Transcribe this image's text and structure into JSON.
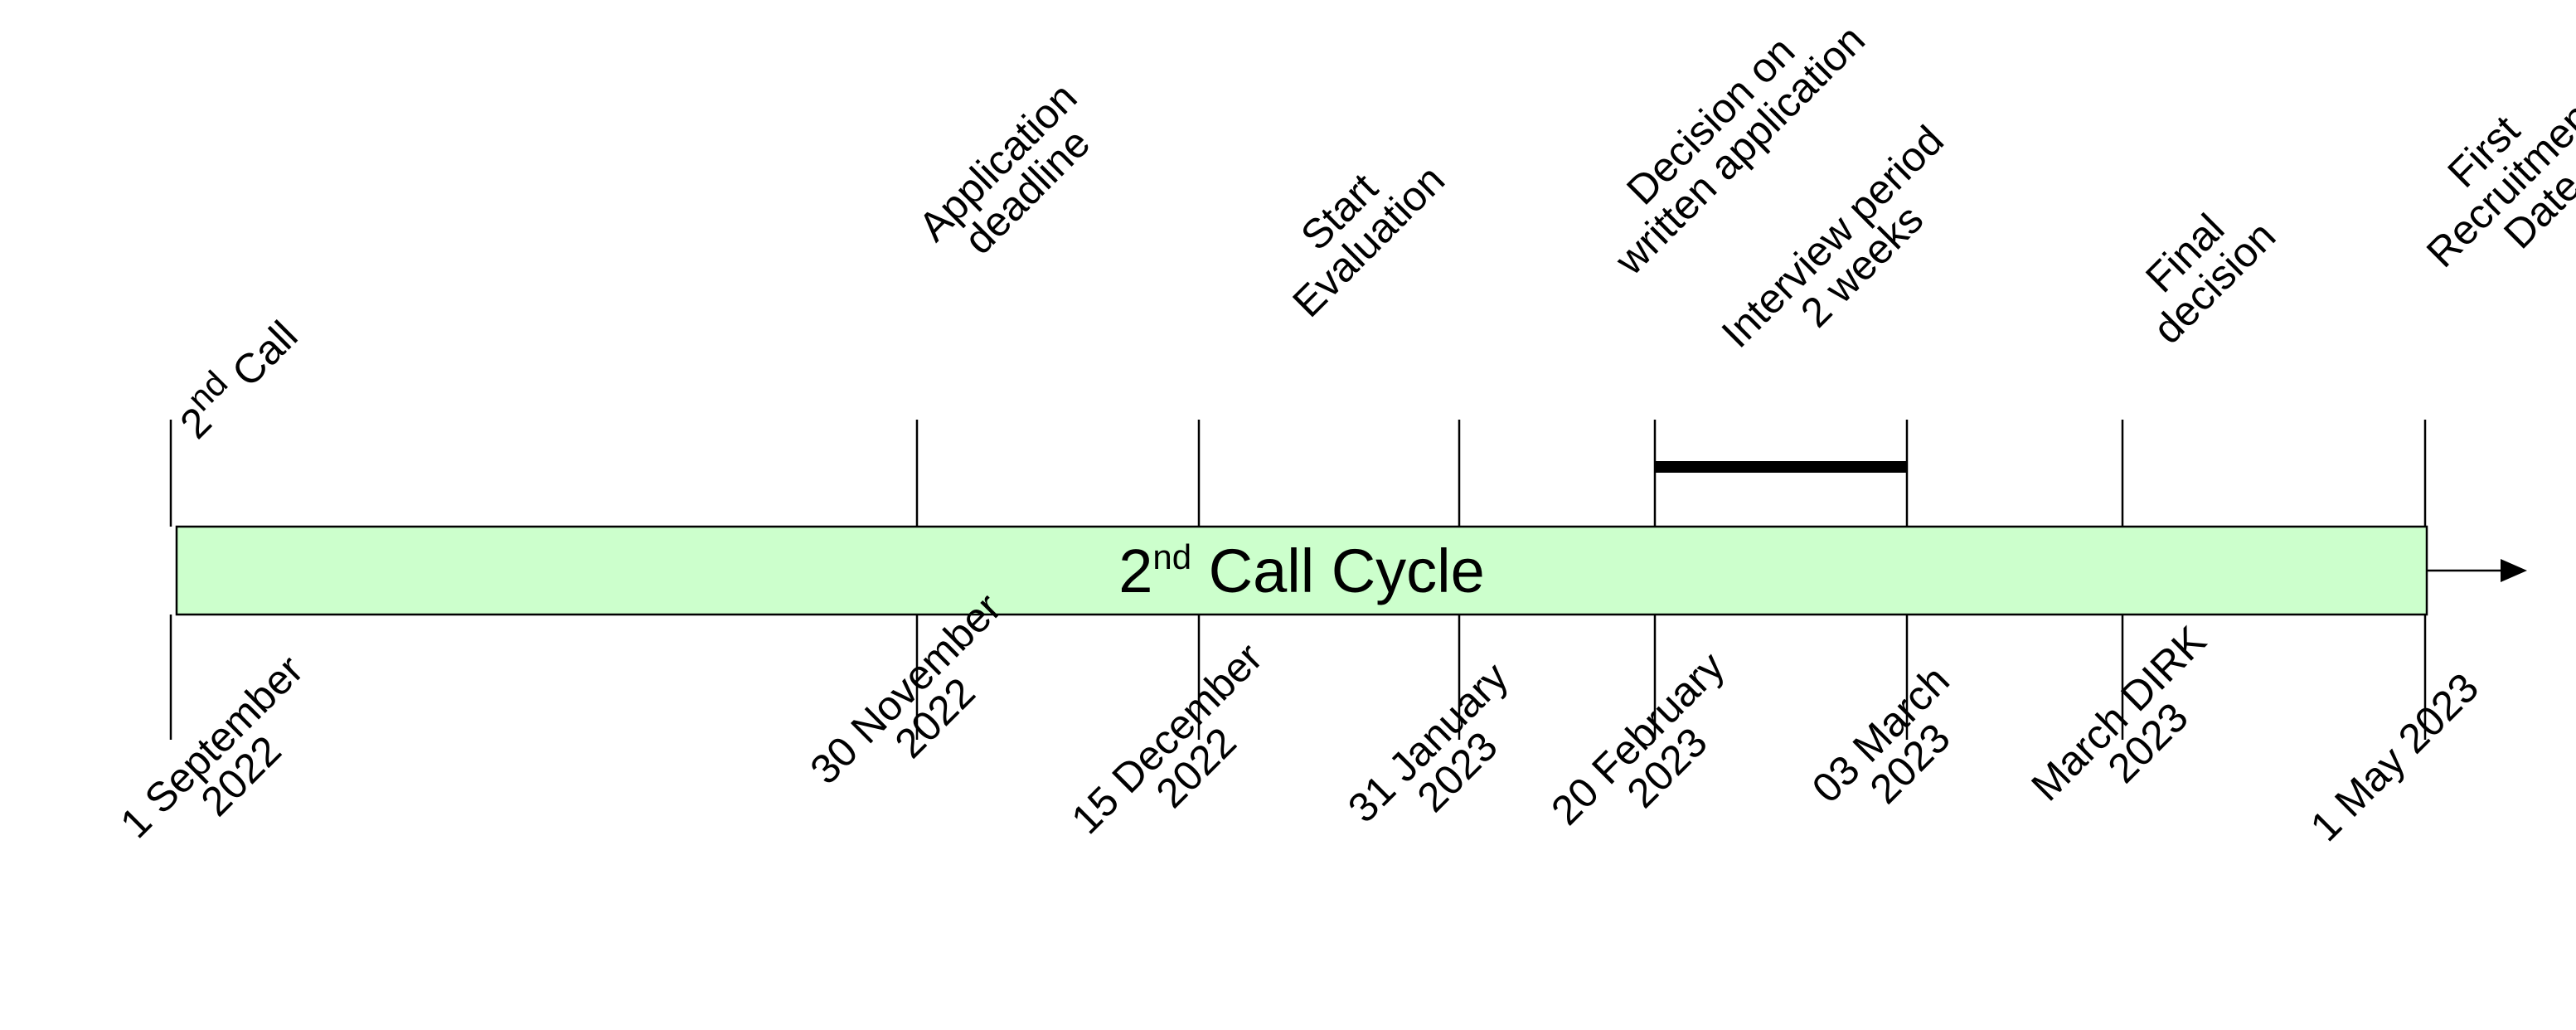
{
  "diagram": {
    "cycle_label": {
      "prefix": "2",
      "superscript": "nd",
      "suffix": " Call Cycle"
    },
    "colors": {
      "bar_fill": "#ccffcc",
      "stroke": "#000000"
    },
    "milestones": [
      {
        "id": "call",
        "top_lines": [
          {
            "prefix": "2",
            "superscript": "nd",
            "suffix": " Call"
          }
        ],
        "date_lines": [
          "1 September",
          "2022"
        ]
      },
      {
        "id": "deadline",
        "top_lines": [
          {
            "text": "Application"
          },
          {
            "text": "deadline"
          }
        ],
        "date_lines": [
          "30 November",
          "2022"
        ]
      },
      {
        "id": "evaluation",
        "top_lines": [
          {
            "text": "Start"
          },
          {
            "text": "Evaluation"
          }
        ],
        "date_lines": [
          "15 December",
          "2022"
        ]
      },
      {
        "id": "decision-written",
        "top_lines": [
          {
            "text": "Decision on"
          },
          {
            "text": "written application"
          }
        ],
        "date_lines": [
          "31 January",
          "2023"
        ]
      },
      {
        "id": "interview-start",
        "top_lines": [],
        "date_lines": [
          "20 February",
          "2023"
        ]
      },
      {
        "id": "interview-end",
        "top_lines": [],
        "date_lines": [
          "03 March",
          "2023"
        ]
      },
      {
        "id": "final-decision",
        "top_lines": [
          {
            "text": "Final"
          },
          {
            "text": "decision"
          }
        ],
        "date_lines": [
          "March DIRK",
          "2023"
        ]
      },
      {
        "id": "recruitment",
        "top_lines": [
          {
            "text": "First"
          },
          {
            "text": "Recruitment"
          },
          {
            "text": "Date"
          }
        ],
        "date_lines": [
          "1 May 2023"
        ]
      }
    ],
    "interview_period": {
      "lines": [
        "Interview period",
        "2 weeks"
      ]
    }
  }
}
